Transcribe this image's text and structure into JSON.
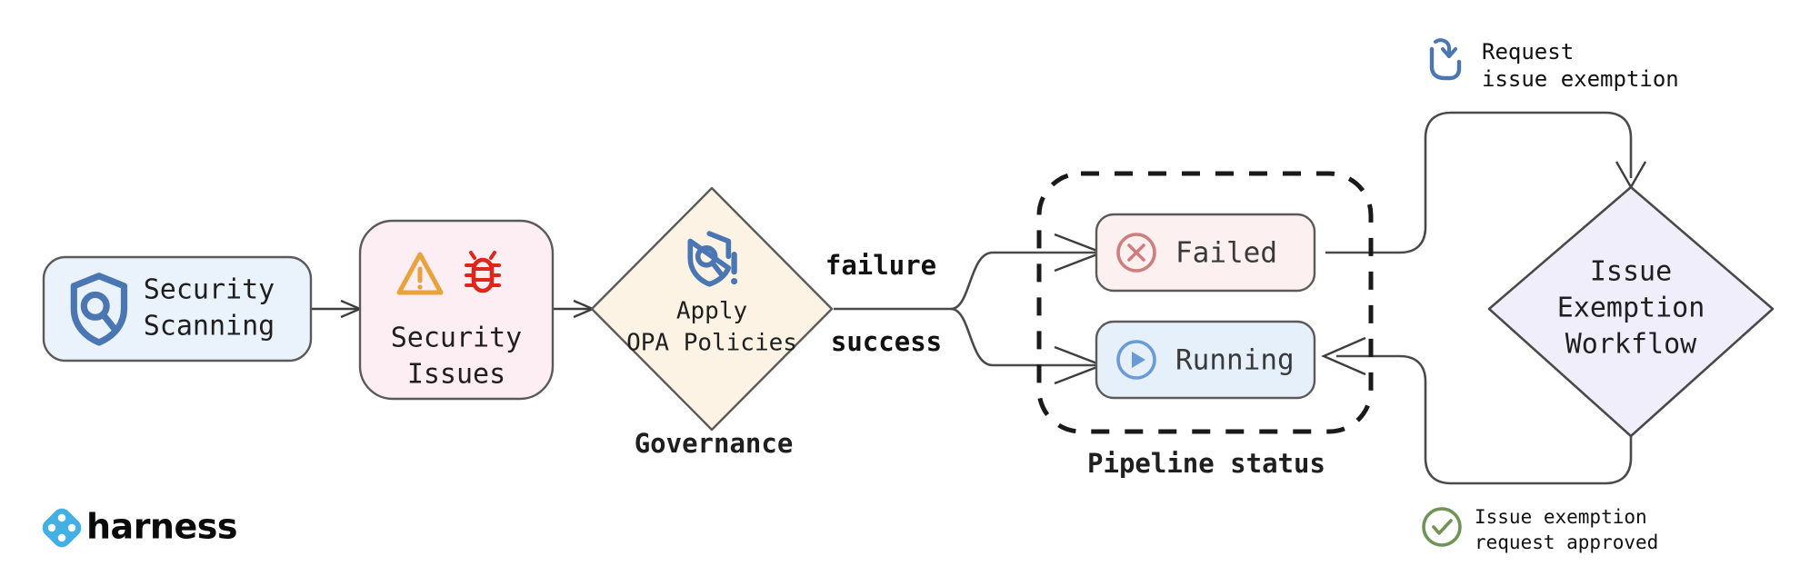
{
  "diagram": {
    "title": "Harness security scanning governance and issue exemption workflow",
    "background": "#ffffff"
  },
  "nodes": {
    "security_scanning": {
      "label_line1": "Security",
      "label_line2": "Scanning",
      "icon": "shield-search-icon",
      "fill": "#eaf3fc",
      "stroke": "#5a5a5a",
      "icon_color": "#4a77b4"
    },
    "security_issues": {
      "label_line1": "Security",
      "label_line2": "Issues",
      "icon_warning": "warning-triangle-icon",
      "icon_bug": "bug-icon",
      "fill": "#fdeef4",
      "stroke": "#5a5a5a",
      "warning_color": "#e8a33d",
      "bug_color": "#e1251b"
    },
    "apply_opa_policies": {
      "label_line1": "Apply",
      "label_line2": "OPA Policies",
      "icon": "shield-policy-alert-icon",
      "caption": "Governance",
      "fill": "#fdf3e4",
      "stroke": "#5a5a5a",
      "icon_color": "#4a77b4"
    },
    "failed": {
      "label": "Failed",
      "icon": "circle-x-icon",
      "fill": "#fdf0f0",
      "stroke": "#5a5a5a",
      "icon_color": "#cf7d7d"
    },
    "running": {
      "label": "Running",
      "icon": "circle-play-icon",
      "fill": "#e5f0fb",
      "stroke": "#5a5a5a",
      "icon_color": "#6b9ad9"
    },
    "pipeline_status_group": {
      "caption": "Pipeline status",
      "stroke": "#1a1a1a",
      "style": "dashed"
    },
    "issue_exemption_workflow": {
      "label_line1": "Issue",
      "label_line2": "Exemption",
      "label_line3": "Workflow",
      "fill": "#f0eefb",
      "stroke": "#4a4a4a"
    }
  },
  "edges": {
    "failure_label": "failure",
    "success_label": "success"
  },
  "annotations": {
    "request": {
      "line1": "Request",
      "line2": "issue exemption",
      "icon": "click-hand-icon",
      "icon_color": "#4a77b4"
    },
    "approved": {
      "line1": "Issue exemption",
      "line2": "request approved",
      "icon": "check-circle-icon",
      "icon_color": "#6f9455"
    }
  },
  "branding": {
    "logo_text": "harness",
    "logo_icon": "harness-diamond-icon",
    "logo_color": "#43b0e5"
  }
}
